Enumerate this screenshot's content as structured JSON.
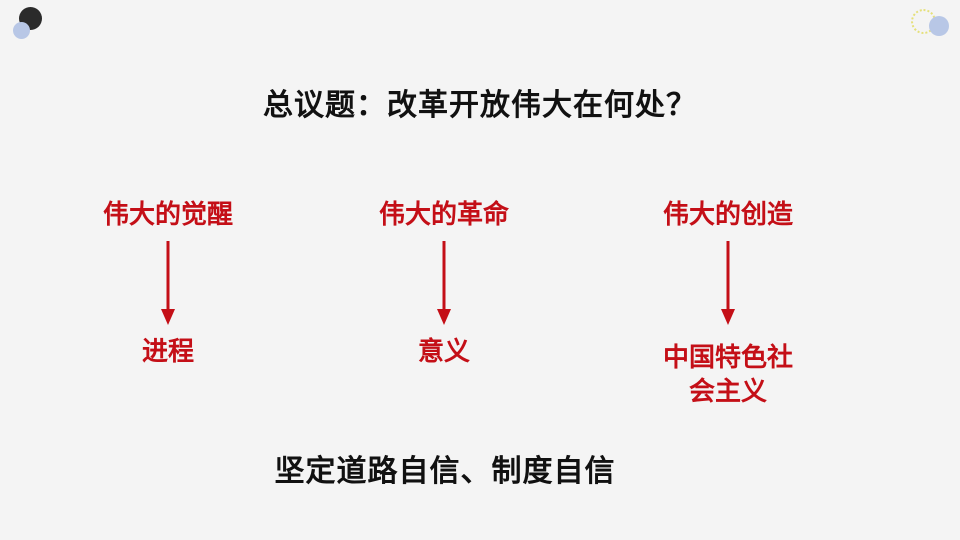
{
  "title": "总议题：改革开放伟大在何处？",
  "columns": [
    {
      "heading": "伟大的觉醒",
      "result_lines": [
        "进程"
      ]
    },
    {
      "heading": "伟大的革命",
      "result_lines": [
        "意义"
      ]
    },
    {
      "heading": "伟大的创造",
      "result_lines": [
        "中国特色社",
        "会主义"
      ]
    }
  ],
  "bottom_text": "坚定道路自信、制度自信",
  "colors": {
    "accent": "#c40f17",
    "text": "#111111",
    "background": "#f4f4f4"
  }
}
